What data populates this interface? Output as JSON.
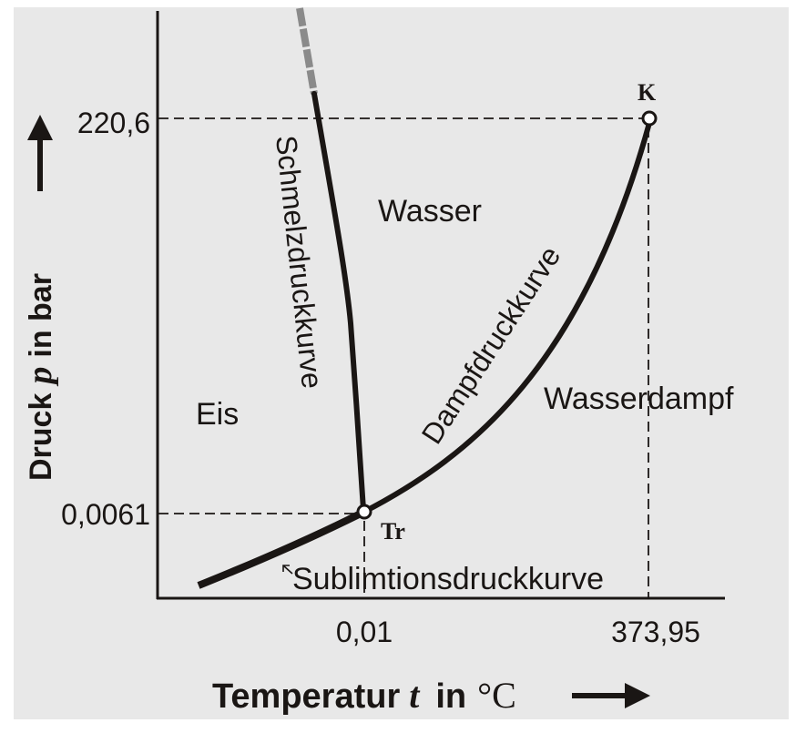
{
  "colors": {
    "background": "#e8e8e8",
    "ink": "#1a1614",
    "extrapolation": "#8a8a8a",
    "point_fill": "#ffffff"
  },
  "axes": {
    "y_label_word": "Druck",
    "y_label_symbol": "p",
    "y_label_unit": "in bar",
    "x_label_word": "Temperatur",
    "x_label_symbol": "t",
    "x_label_unit_prefix": "in",
    "x_label_unit": "°C",
    "y_ticks": [
      "220,6",
      "0,0061"
    ],
    "x_ticks": [
      "0,01",
      "373,95"
    ]
  },
  "regions": {
    "ice": "Eis",
    "water": "Wasser",
    "steam": "Wasserdampf"
  },
  "curves": {
    "melting": "Schmelzdruckkurve",
    "vapor": "Dampfdruckkurve",
    "sublimation": "Sublimtionsdruckkurve"
  },
  "points": {
    "triple": "Tr",
    "critical": "K"
  },
  "chart_data": {
    "type": "line",
    "title": "",
    "xlabel": "Temperatur t in °C",
    "ylabel": "Druck p in bar",
    "x_ticks": [
      0.01,
      373.95
    ],
    "y_ticks": [
      0.0061,
      220.6
    ],
    "grid": false,
    "series": [
      {
        "name": "Sublimtionsdruckkurve",
        "description": "from low T / low p up to triple point",
        "end": {
          "t": 0.01,
          "p": 0.0061
        }
      },
      {
        "name": "Dampfdruckkurve",
        "start": {
          "t": 0.01,
          "p": 0.0061
        },
        "end": {
          "t": 373.95,
          "p": 220.6
        }
      },
      {
        "name": "Schmelzdruckkurve",
        "start": {
          "t": 0.01,
          "p": 0.0061
        },
        "description": "nearly vertical, leaning slightly left with rising pressure; dashed gray extrapolation above 220,6 bar"
      }
    ],
    "annotations": [
      {
        "label": "Tr",
        "meaning": "Tripelpunkt",
        "t": 0.01,
        "p": 0.0061
      },
      {
        "label": "K",
        "meaning": "kritischer Punkt",
        "t": 373.95,
        "p": 220.6
      },
      {
        "label": "Eis",
        "type": "region"
      },
      {
        "label": "Wasser",
        "type": "region"
      },
      {
        "label": "Wasserdampf",
        "type": "region"
      }
    ]
  }
}
